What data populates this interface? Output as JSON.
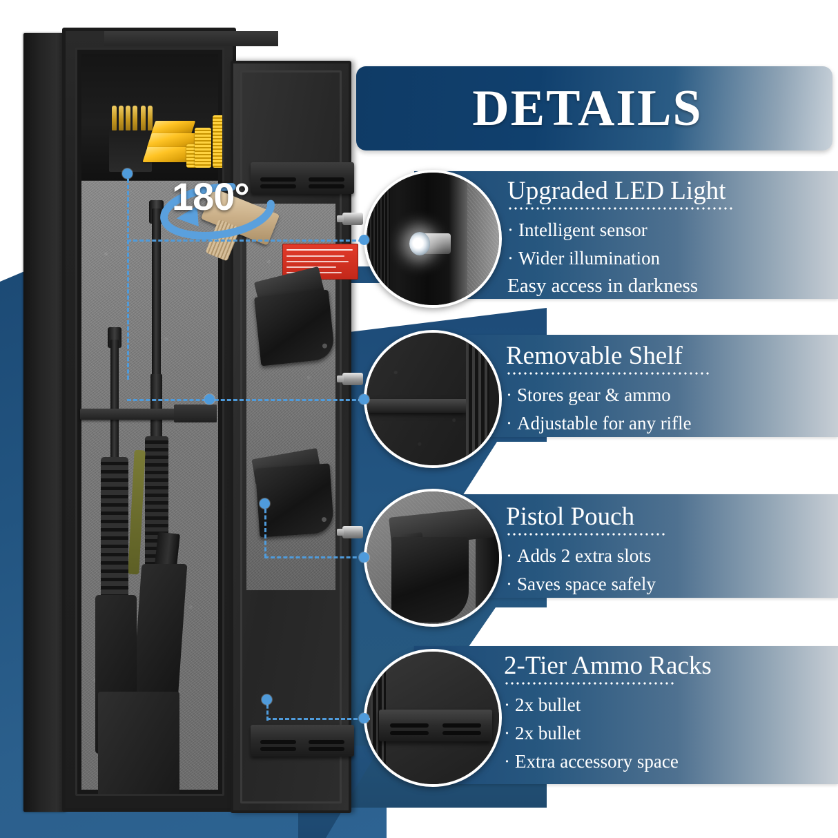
{
  "header": {
    "title": "DETAILS"
  },
  "annotation": {
    "rotation_label": "180°",
    "rotation_icon": "rotation-arrow-icon"
  },
  "product": {
    "name": "gun-safe",
    "door_label_plate": "technical-parameters-label"
  },
  "features": [
    {
      "id": "upgraded-led-light",
      "title": "Upgraded LED Light",
      "photo_icon": "led-light-photo",
      "bullets": [
        "Intelligent sensor",
        "Wider illumination"
      ],
      "note": "Easy access in darkness"
    },
    {
      "id": "removable-shelf",
      "title": "Removable Shelf",
      "photo_icon": "removable-shelf-photo",
      "bullets": [
        "Stores gear & ammo",
        "Adjustable for any rifle"
      ],
      "note": ""
    },
    {
      "id": "pistol-pouch",
      "title": "Pistol Pouch",
      "photo_icon": "pistol-pouch-photo",
      "bullets": [
        "Adds 2 extra slots",
        "Saves space safely"
      ],
      "note": ""
    },
    {
      "id": "2-tier-ammo-racks",
      "title": "2-Tier Ammo Racks",
      "photo_icon": "ammo-rack-photo",
      "bullets": [
        "2x bullet",
        "2x bullet",
        "Extra accessory space"
      ],
      "note": ""
    }
  ],
  "bullet_glyph": "·",
  "colors": {
    "header_navy": "#0f3b66",
    "band_blue": "#1d4a77",
    "background_blue": "#225480",
    "callout_blue": "#4f9bdb",
    "text_white": "#ffffff",
    "gold": "#ffc425",
    "label_red": "#e23b2a"
  }
}
